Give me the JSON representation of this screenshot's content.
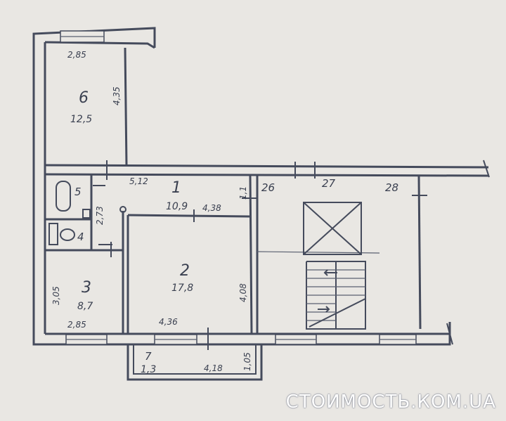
{
  "rooms": [
    {
      "number": "6",
      "area": "12,5"
    },
    {
      "number": "1",
      "area": "10,9"
    },
    {
      "number": "2",
      "area": "17,8"
    },
    {
      "number": "3",
      "area": "8,7"
    },
    {
      "number": "5",
      "area": ""
    },
    {
      "number": "4",
      "area": ""
    },
    {
      "number": "7",
      "area": "1,3"
    }
  ],
  "dimensions": {
    "room6_width": "2,85",
    "room6_depth": "4,35",
    "corridor_length": "5,12",
    "corridor_short": "4,38",
    "bath_depth": "2,73",
    "room3_depth": "3,05",
    "room3_width": "2,85",
    "room2_depth": "4,08",
    "room2_width": "4,36",
    "room1_side": "1,1",
    "balcony_length": "4,18",
    "balcony_depth": "1,05"
  },
  "stair_labels": [
    "26",
    "27",
    "28"
  ],
  "watermark": "СТОИМОСТЬ.КОМ.UA",
  "colors": {
    "paper": "#e9e7e3",
    "ink": "#454b5c",
    "watermark": "#ffffff"
  }
}
